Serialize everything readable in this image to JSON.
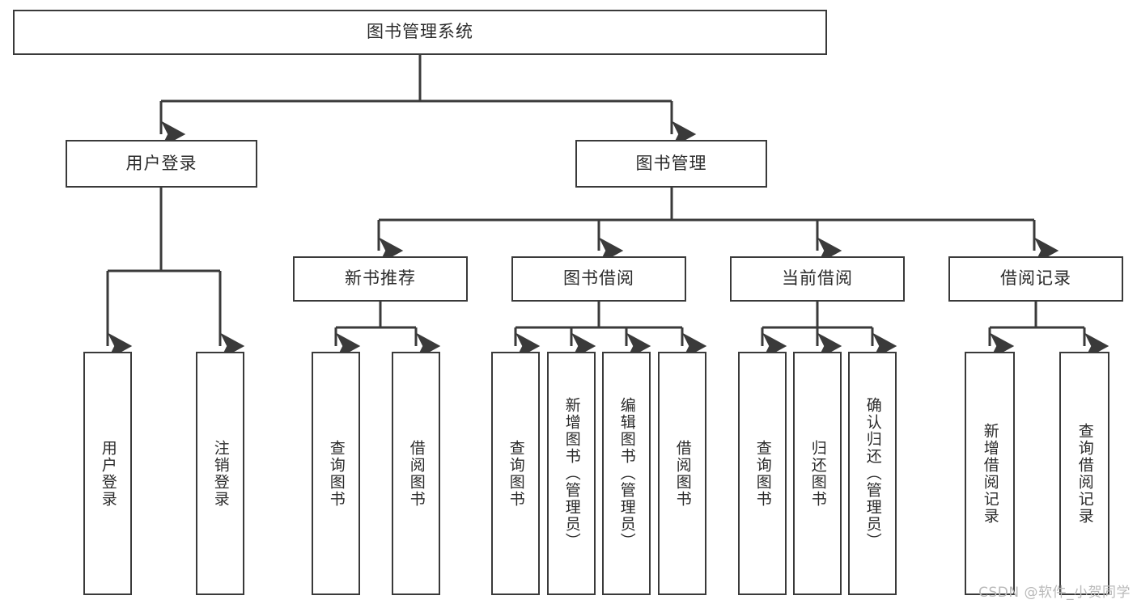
{
  "diagram": {
    "title": "图书管理系统",
    "type": "hierarchy-tree",
    "line_color": "#3a3a3a",
    "box_fill": "#ffffff",
    "text_color": "#2b2b2b",
    "levels": [
      {
        "level": 1,
        "nodes": [
          {
            "id": "root",
            "label": "图书管理系统",
            "orientation": "horizontal"
          }
        ]
      },
      {
        "level": 2,
        "nodes": [
          {
            "id": "login",
            "label": "用户登录",
            "orientation": "horizontal"
          },
          {
            "id": "bookmgmt",
            "label": "图书管理",
            "orientation": "horizontal"
          }
        ]
      },
      {
        "level": 3,
        "nodes": [
          {
            "id": "newbook",
            "label": "新书推荐",
            "orientation": "horizontal"
          },
          {
            "id": "borrow",
            "label": "图书借阅",
            "orientation": "horizontal"
          },
          {
            "id": "current",
            "label": "当前借阅",
            "orientation": "horizontal"
          },
          {
            "id": "records",
            "label": "借阅记录",
            "orientation": "horizontal"
          }
        ]
      },
      {
        "level": 4,
        "nodes": [
          {
            "id": "leaf-user-login",
            "label": "用户登录",
            "orientation": "vertical",
            "parent": "login"
          },
          {
            "id": "leaf-user-logout",
            "label": "注销登录",
            "orientation": "vertical",
            "parent": "login"
          },
          {
            "id": "leaf-query-book-1",
            "label": "查询图书",
            "orientation": "vertical",
            "parent": "newbook"
          },
          {
            "id": "leaf-borrow-book-1",
            "label": "借阅图书",
            "orientation": "vertical",
            "parent": "newbook"
          },
          {
            "id": "leaf-query-book-2",
            "label": "查询图书",
            "orientation": "vertical",
            "parent": "borrow"
          },
          {
            "id": "leaf-add-book",
            "label": "新增图书（管理员）",
            "orientation": "vertical",
            "parent": "borrow"
          },
          {
            "id": "leaf-edit-book",
            "label": "编辑图书（管理员）",
            "orientation": "vertical",
            "parent": "borrow"
          },
          {
            "id": "leaf-borrow-book-2",
            "label": "借阅图书",
            "orientation": "vertical",
            "parent": "borrow"
          },
          {
            "id": "leaf-query-book-3",
            "label": "查询图书",
            "orientation": "vertical",
            "parent": "current"
          },
          {
            "id": "leaf-return-book",
            "label": "归还图书",
            "orientation": "vertical",
            "parent": "current"
          },
          {
            "id": "leaf-confirm-return",
            "label": "确认归还（管理员）",
            "orientation": "vertical",
            "parent": "current"
          },
          {
            "id": "leaf-add-record",
            "label": "新增借阅记录",
            "orientation": "vertical",
            "parent": "records"
          },
          {
            "id": "leaf-query-record",
            "label": "查询借阅记录",
            "orientation": "vertical",
            "parent": "records"
          }
        ]
      }
    ]
  },
  "watermark": {
    "text": "CSDN @软件_小贺同学"
  }
}
